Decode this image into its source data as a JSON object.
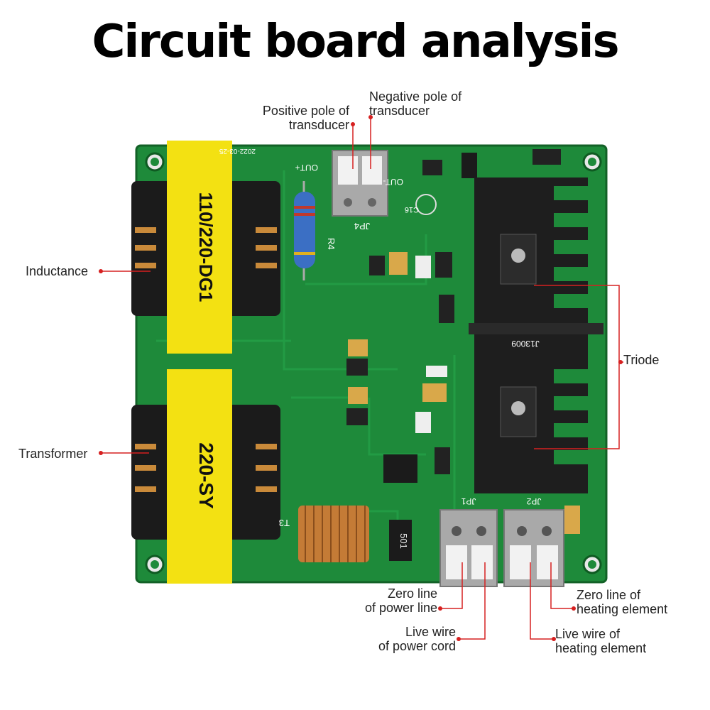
{
  "title": "Circuit board analysis",
  "colors": {
    "board": "#1e8a3a",
    "board_dark": "#166c2d",
    "leader": "#d62020",
    "transformer_yellow": "#f3e112",
    "core_black": "#1b1b1b"
  },
  "labels": {
    "positive_pole": "Positive pole of\ntransducer",
    "negative_pole": "Negative pole of\ntransducer",
    "inductance": "Inductance",
    "transformer": "Transformer",
    "triode": "Triode",
    "zero_line_power": "Zero line\nof power line",
    "live_wire_power": "Live wire\nof power cord",
    "zero_line_heating": "Zero line of\nheating element",
    "live_wire_heating": "Live wire of\nheating element"
  },
  "board_text": {
    "inductor_label": "110/220-DG1",
    "transformer_label": "220-SY",
    "resistor_r4": "R4",
    "jp4": "JP4",
    "out_plus": "OUT+",
    "out_minus": "OUT-",
    "jp1": "JP1",
    "jp2": "JP2",
    "t3": "T3",
    "fuse": "501",
    "c16": "C16",
    "transistor": "J13009",
    "date": "2022-03-25"
  }
}
